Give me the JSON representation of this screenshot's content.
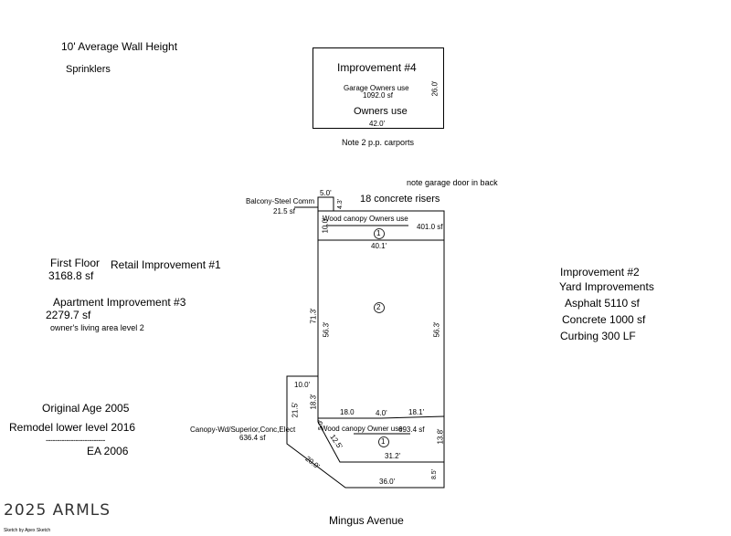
{
  "notes": {
    "wall_height": "10' Average Wall Height",
    "sprinklers": "Sprinklers",
    "first_floor": "First Floor",
    "first_floor_area": "3168.8 sf",
    "retail_imp": "Retail  Improvement #1",
    "apartment_imp": "Apartment  Improvement #3",
    "apartment_area": "2279.7 sf",
    "living_area": "owner's living area level 2",
    "original_age": "Original Age  2005",
    "remodel": "Remodel lower level 2016",
    "separator": "--------------------------",
    "ea": "EA 2006"
  },
  "improvement2": {
    "title": "Improvement #2",
    "subtitle": "Yard Improvements",
    "asphalt": "Asphalt  5110 sf",
    "concrete": "Concrete  1000 sf",
    "curbing": "Curbing  300 LF"
  },
  "improvement4": {
    "title": "Improvement #4",
    "label": "Garage Owners use",
    "area": "1092.0 sf",
    "use": "Owners use",
    "width": "42.0'",
    "depth": "26.0'",
    "note": "Note 2 p.p. carports"
  },
  "main_sketch": {
    "garage_note": "note garage door in back",
    "risers": "18 concrete risers",
    "balcony_label": "Balcony-Steel Comm",
    "balcony_area": "21.5 sf",
    "balcony_dim_top": "5.0'",
    "balcony_dim_side": "4.3'",
    "top_canopy_label": "Wood canopy Owners use",
    "top_canopy_area": "401.0 sf",
    "top_canopy_depth": "10.0'",
    "top_canopy_id": "1",
    "main_width": "40.1'",
    "main_id": "2",
    "left_height": "71.3'",
    "inner_left_height": "56.3'",
    "right_height": "56.3'",
    "notch_top": "10.0'",
    "notch_left": "21.5'",
    "notch_inner": "18.3'",
    "segment_a": "18.0",
    "segment_b": "4.0'",
    "segment_c": "18.1'",
    "bottom_canopy_label": "Wood canopy Owner use",
    "bottom_canopy_area": "693.4 sf",
    "bottom_canopy_id": "1",
    "bottom_small_dim": "5.0'",
    "diag_inner": "12.5'",
    "inner_bottom_width": "31.2'",
    "right_small": "13.8'",
    "bottom_right_small": "8.5'",
    "diag_outer": "20.0'",
    "bottom_width": "36.0'",
    "canopy_left_label": "Canopy-Wd/Superior,Conc,Elect",
    "canopy_left_area": "636.4 sf"
  },
  "street": "Mingus Avenue",
  "watermark": "2025 ARMLS",
  "credit": "Sketch by Apex Sketch"
}
